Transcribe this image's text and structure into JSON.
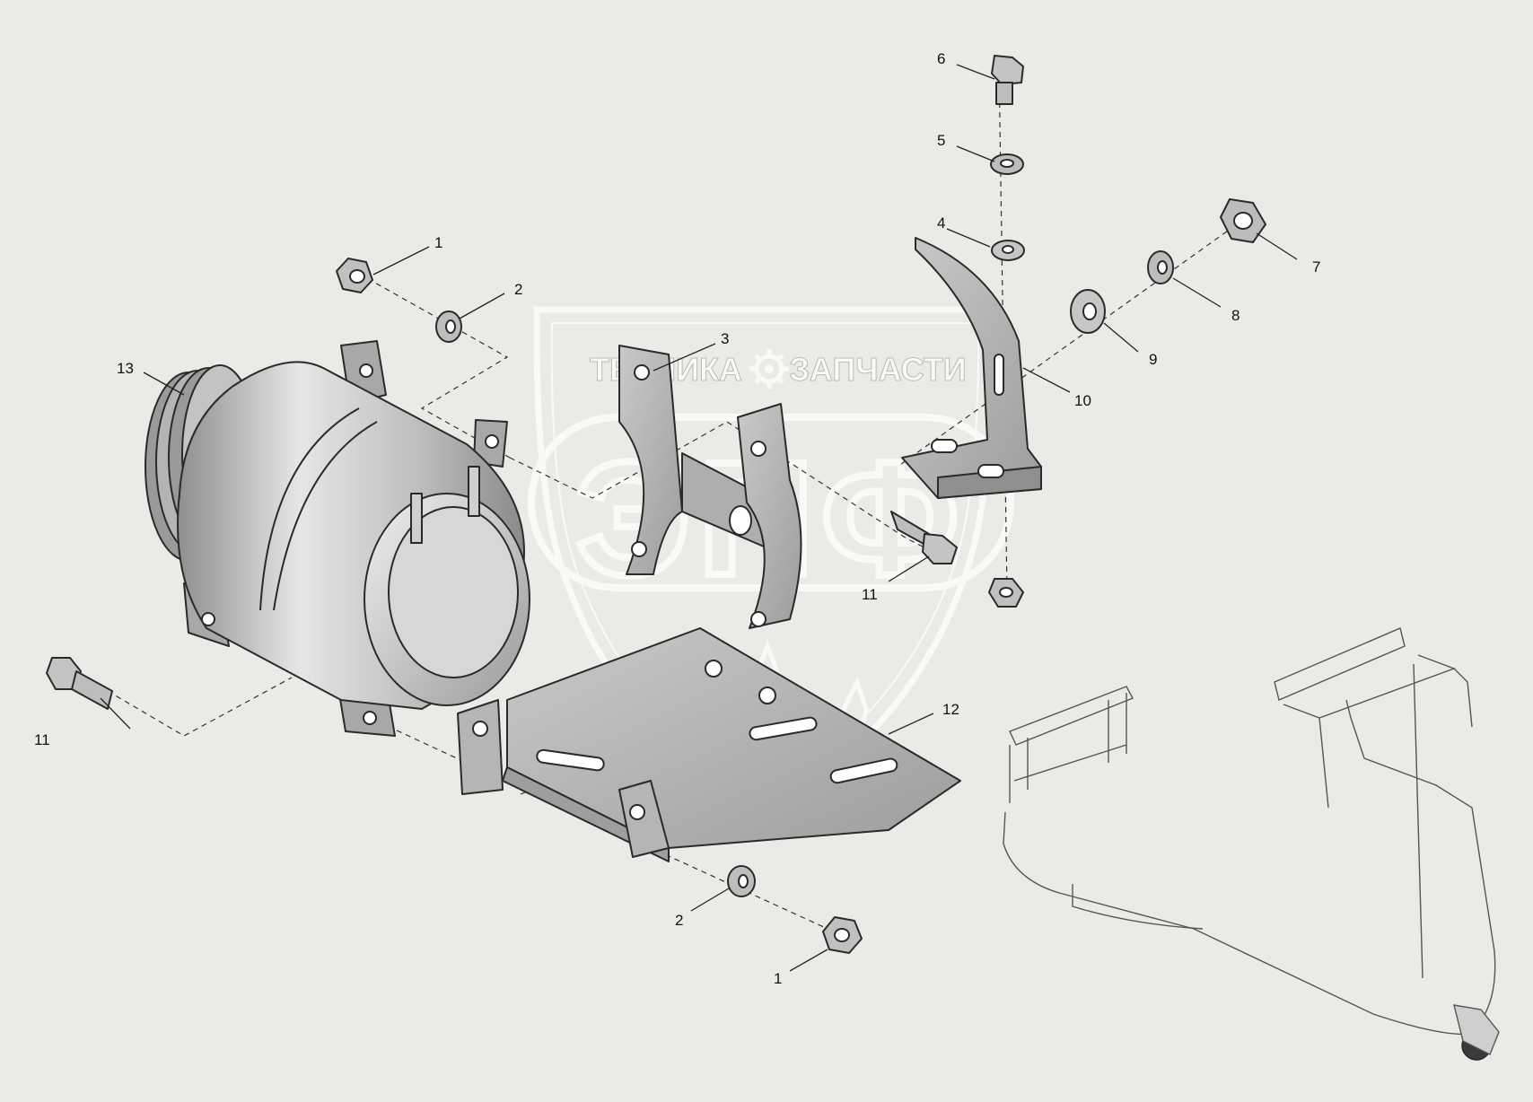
{
  "watermark": {
    "left_word": "ТЕХНИКА",
    "right_word": "ЗАПЧАСТИ",
    "logo": "ЭПФ",
    "gear": "gear-icon"
  },
  "callouts": [
    {
      "id": "c1a",
      "text": "1"
    },
    {
      "id": "c1b",
      "text": "1"
    },
    {
      "id": "c2a",
      "text": "2"
    },
    {
      "id": "c2b",
      "text": "2"
    },
    {
      "id": "c3",
      "text": "3"
    },
    {
      "id": "c4",
      "text": "4"
    },
    {
      "id": "c5",
      "text": "5"
    },
    {
      "id": "c6",
      "text": "6"
    },
    {
      "id": "c7",
      "text": "7"
    },
    {
      "id": "c8",
      "text": "8"
    },
    {
      "id": "c9",
      "text": "9"
    },
    {
      "id": "c10",
      "text": "10"
    },
    {
      "id": "c11a",
      "text": "11"
    },
    {
      "id": "c11b",
      "text": "11"
    },
    {
      "id": "c12",
      "text": "12"
    },
    {
      "id": "c13",
      "text": "13"
    }
  ],
  "colors": {
    "background": "#e9ece6",
    "part_fill": "#bfbfbf",
    "part_dark": "#8c8c8c",
    "watermark": "#ffffff"
  }
}
